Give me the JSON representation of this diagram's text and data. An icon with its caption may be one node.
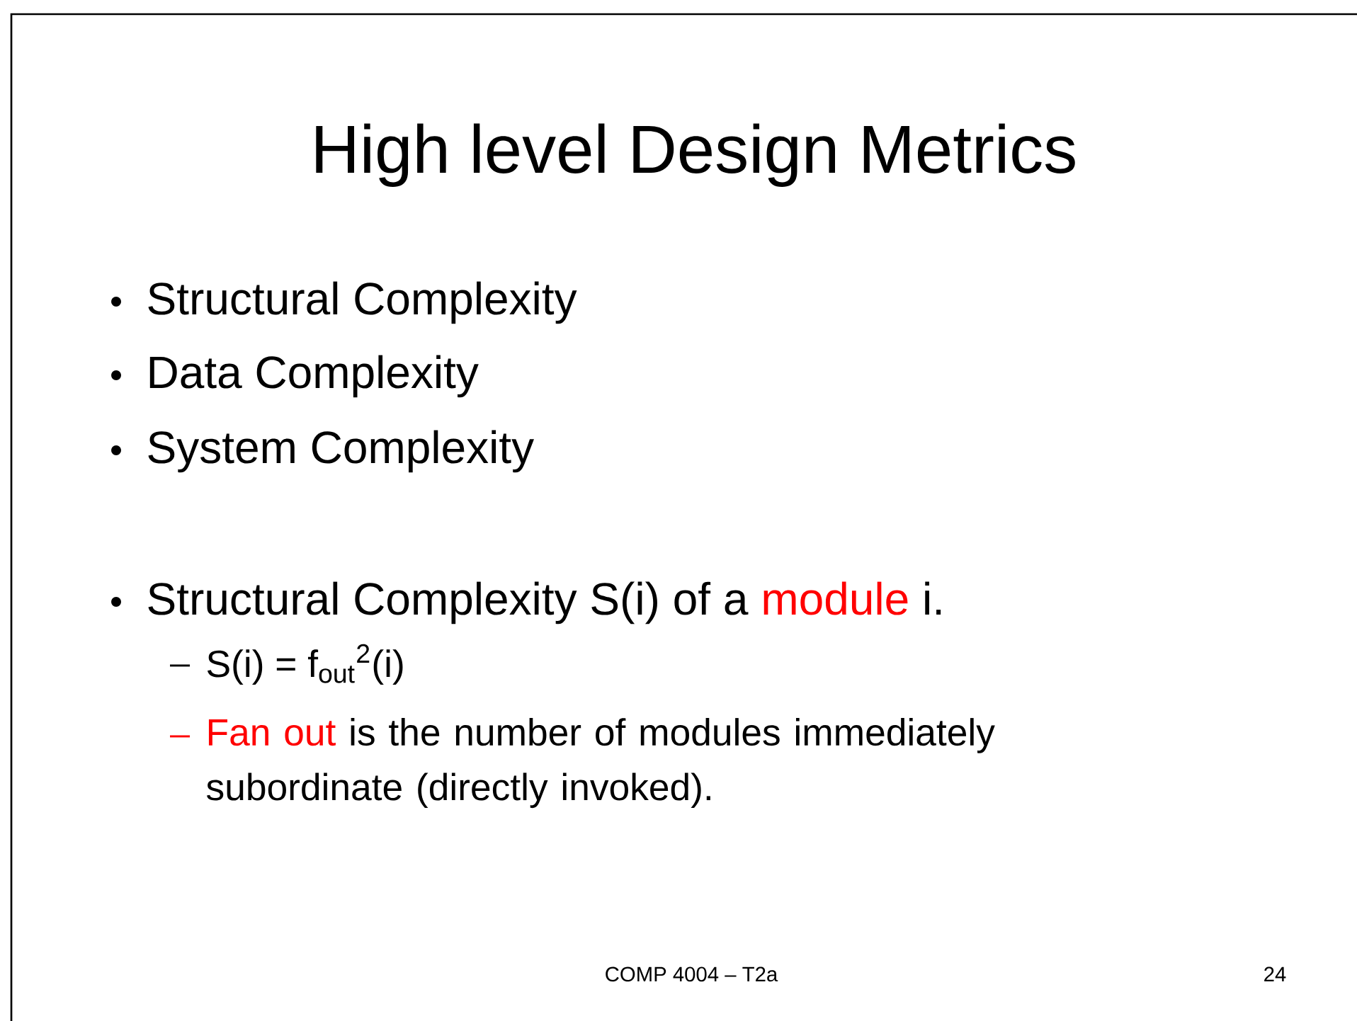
{
  "diagram": {
    "title": "High level Design Metrics",
    "labels": [
      "Structural Complexity",
      "Data Complexity",
      "System Complexity",
      "Structural Complexity S(i) of a",
      "module",
      "i.",
      "S(i) = f$_{out}$$^{2}$(i)",
      "Fan out",
      "is the number of modules immediately subordinate (directly invoked).",
      "COMP 4004 – T2a",
      "24"
    ]
  }
}
